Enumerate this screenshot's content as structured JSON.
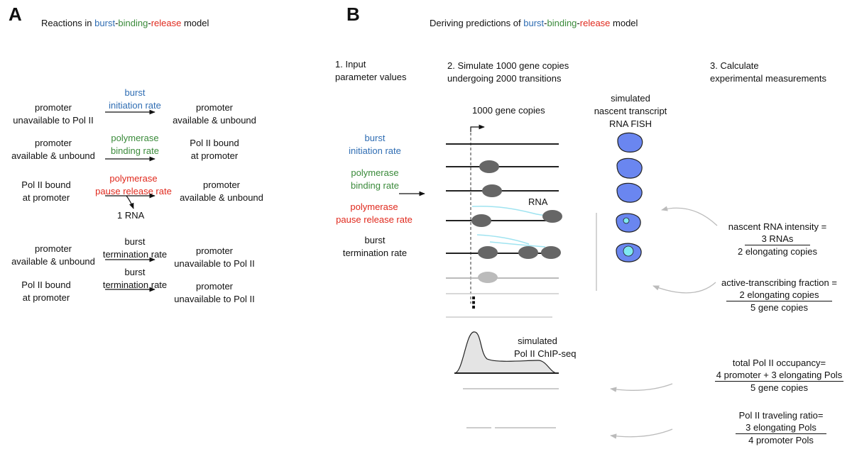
{
  "panel_a": {
    "letter": "A",
    "title_prefix": "Reactions in ",
    "title_burst": "burst",
    "title_dash1": "-",
    "title_binding": "binding",
    "title_dash2": "-",
    "title_release": "release",
    "title_suffix": " model",
    "reactions": [
      {
        "left": [
          "promoter",
          "unavailable to Pol II"
        ],
        "rate": [
          "burst",
          "initiation rate"
        ],
        "rate_color": "#2f6db3",
        "right": [
          "promoter",
          "available & unbound"
        ]
      },
      {
        "left": [
          "promoter",
          "available & unbound"
        ],
        "rate": [
          "polymerase",
          "binding rate"
        ],
        "rate_color": "#3a8a3a",
        "right": [
          "Pol II bound",
          "at promoter"
        ]
      },
      {
        "left": [
          "Pol II bound",
          "at promoter"
        ],
        "rate": [
          "polymerase",
          "pause release rate"
        ],
        "rate_color": "#e0291d",
        "right": [
          "promoter",
          "available & unbound"
        ],
        "product": "1 RNA"
      },
      {
        "left": [
          "promoter",
          "available & unbound"
        ],
        "rate": [
          "burst",
          "termination rate"
        ],
        "rate_color": "#111111",
        "right": [
          "promoter",
          "unavailable to Pol II"
        ]
      },
      {
        "left": [
          "Pol II bound",
          "at promoter"
        ],
        "rate": [
          "burst",
          "termination rate"
        ],
        "rate_color": "#111111",
        "right": [
          "promoter",
          "unavailable to Pol II"
        ]
      }
    ]
  },
  "panel_b": {
    "letter": "B",
    "title_prefix": "Deriving predictions of ",
    "title_burst": "burst",
    "title_dash1": "-",
    "title_binding": "binding",
    "title_dash2": "-",
    "title_release": "release",
    "title_suffix": " model",
    "step1": [
      "1. Input",
      "parameter values"
    ],
    "step2": [
      "2. Simulate 1000 gene copies",
      "undergoing 2000 transitions"
    ],
    "step3": [
      "3. Calculate",
      "experimental measurements"
    ],
    "gene_copies_label": "1000 gene copies",
    "params": [
      {
        "lines": [
          "burst",
          "initiation rate"
        ],
        "color": "#2f6db3"
      },
      {
        "lines": [
          "polymerase",
          "binding rate"
        ],
        "color": "#3a8a3a"
      },
      {
        "lines": [
          "polymerase",
          "pause release rate"
        ],
        "color": "#e0291d"
      },
      {
        "lines": [
          "burst",
          "termination rate"
        ],
        "color": "#111111"
      }
    ],
    "rna_label": "RNA",
    "ellipsis": "⋮",
    "fish_title": [
      "simulated",
      "nascent transcript",
      "RNA FISH"
    ],
    "chip_label": [
      "simulated",
      "Pol II ChIP-seq"
    ],
    "measurements": [
      {
        "title": "nascent RNA intensity =",
        "numerator": "3 RNAs",
        "denominator": "2 elongating copies"
      },
      {
        "title": "active-transcribing fraction =",
        "numerator": "2 elongating copies",
        "denominator": "5 gene copies"
      },
      {
        "title": "total Pol II occupancy=",
        "numerator": "4 promoter + 3 elongating Pols",
        "denominator": "5 gene copies"
      },
      {
        "title": "Pol II traveling ratio=",
        "numerator": "3 elongating Pols",
        "denominator": "4 promoter Pols"
      }
    ],
    "colors": {
      "cell_fill": "#6a86f0",
      "spot_fill": "#7fe8f2",
      "polymerase": "#666666",
      "rna": "#9fe3f0"
    }
  }
}
